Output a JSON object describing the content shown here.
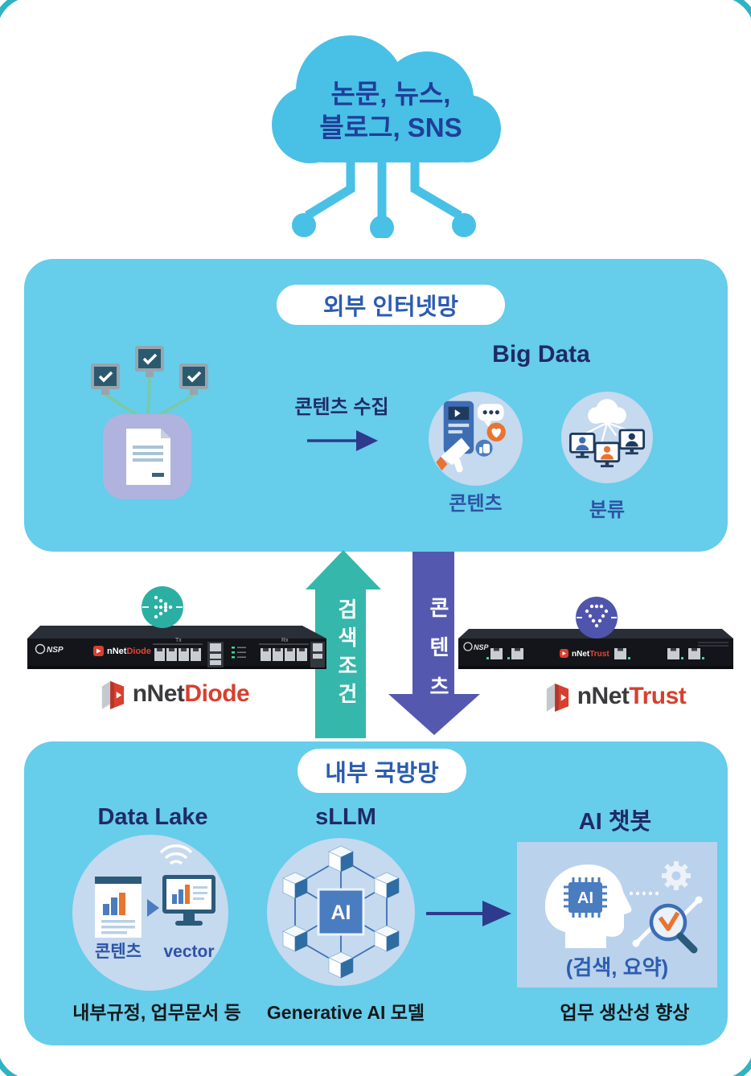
{
  "cloud": {
    "label": "논문, 뉴스,\n블로그, SNS"
  },
  "external_zone": {
    "title": "외부 인터넷망",
    "collect_label": "콘텐츠 수집",
    "bigdata_title": "Big Data",
    "content_label": "콘텐츠",
    "classify_label": "분류"
  },
  "gateway": {
    "search_arrow_label": "검색조건",
    "content_arrow_label": "콘텐츠",
    "diode": {
      "device_brand": "NSP",
      "tx_label": "Tx",
      "rx_label": "Rx",
      "name_prefix": "nNet",
      "name_suffix": "Diode"
    },
    "trust": {
      "device_brand": "NSP",
      "name_prefix": "nNet",
      "name_suffix": "Trust"
    }
  },
  "internal_zone": {
    "title": "내부 국방망",
    "datalake": {
      "title": "Data Lake",
      "content_label": "콘텐츠",
      "vector_label": "vector",
      "caption": "내부규정, 업무문서 등"
    },
    "sllm": {
      "title": "sLLM",
      "ai_label": "AI",
      "caption": "Generative AI 모델"
    },
    "chatbot": {
      "title": "AI 챗봇",
      "ai_label": "AI",
      "note": "(검색, 요약)",
      "caption": "업무 생산성 향상"
    }
  },
  "colors": {
    "sky": "#49c0e5",
    "zone_blue": "#66cdea",
    "teal_arrow": "#35b7ab",
    "indigo_arrow": "#5459af",
    "navy_text": "#1f2a66",
    "royal_blue": "#2b5cb0",
    "label_blue": "#2d53a5",
    "lavender": "#afb3de",
    "periwinkle": "#c5d9ef",
    "chatbot_panel": "#bad2ec",
    "brand_red": "#d7402f",
    "orange": "#e87430"
  }
}
